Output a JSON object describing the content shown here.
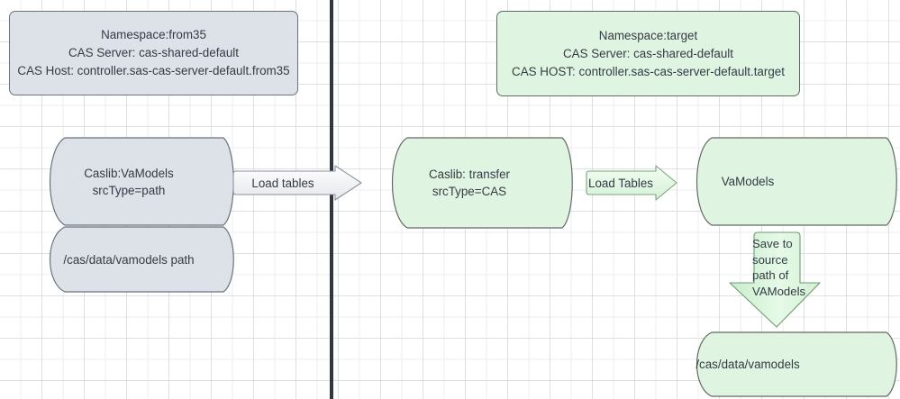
{
  "diagram": {
    "title_left": "Namespace:from35\nCAS Server:  cas-shared-default\nCAS Host: controller.sas-cas-server-default.from35",
    "title_right": "Namespace:target\nCAS Server:  cas-shared-default\nCAS HOST: controller.sas-cas-server-default.target",
    "colors": {
      "gray_fill": "#dde1e8",
      "gray_stroke": "#6a727c",
      "green_fill": "#e0f5e1",
      "green_stroke": "#5f6b63",
      "divider": "#30373f",
      "text": "#333b45"
    },
    "nodes": {
      "source_caslib": "Caslib:VaModels\nsrcType=path",
      "source_path": "/cas/data/vamodels path",
      "transfer_caslib": "Caslib: transfer\nsrcType=CAS",
      "target_caslib": "VaModels",
      "target_path": "/cas/data/vamodels"
    },
    "arrows": {
      "load_tables_1": "Load tables",
      "load_tables_2": "Load Tables",
      "save_to_source": "Save to\nsource\npath of\nVAModels"
    }
  }
}
